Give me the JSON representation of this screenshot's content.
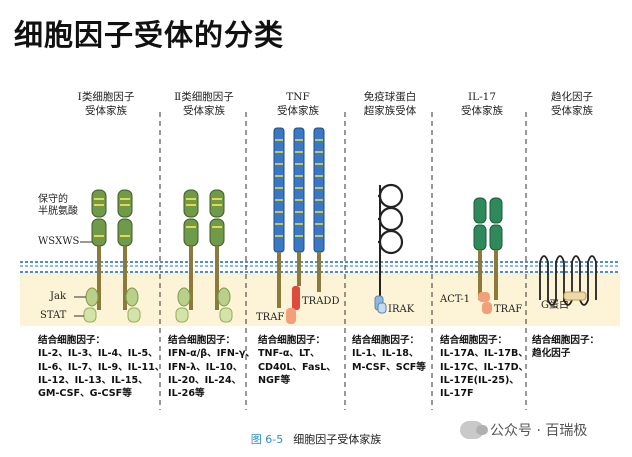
{
  "title": "细胞因子受体的分类",
  "columns": [
    {
      "head": [
        "Ⅰ类细胞因子",
        "受体家族"
      ],
      "bind_label": "结合细胞因子：",
      "bind_lines": [
        "IL-2、IL-3、IL-4、IL-5、",
        "IL-6、IL-7、IL-9、IL-11、",
        "IL-12、IL-13、IL-15、",
        "GM-CSF、G-CSF等"
      ]
    },
    {
      "head": [
        "Ⅱ类细胞因子",
        "受体家族"
      ],
      "bind_label": "结合细胞因子：",
      "bind_lines": [
        "IFN-α/β、IFN-γ、",
        "IFN-λ、IL-10、",
        "IL-20、IL-24、",
        "IL-26等"
      ]
    },
    {
      "head": [
        "TNF",
        "受体家族"
      ],
      "bind_label": "结合细胞因子：",
      "bind_lines": [
        "TNF-α、LT、",
        "CD40L、FasL、",
        "NGF等"
      ]
    },
    {
      "head": [
        "免疫球蛋白",
        "超家族受体"
      ],
      "bind_label": "结合细胞因子：",
      "bind_lines": [
        "IL-1、IL-18、",
        "M-CSF、SCF等"
      ]
    },
    {
      "head": [
        "IL-17",
        "受体家族"
      ],
      "bind_label": "结合细胞因子：",
      "bind_lines": [
        "IL-17A、IL-17B、",
        "IL-17C、IL-17D、",
        "IL-17E(IL-25)、",
        "IL-17F"
      ]
    },
    {
      "head": [
        "趋化因子",
        "受体家族"
      ],
      "bind_label": "结合细胞因子：",
      "bind_lines": [
        "趋化因子"
      ]
    }
  ],
  "labels": {
    "conserved": [
      "保守的",
      "半胱氨酸"
    ],
    "wsxws": "WSXWS",
    "jak": "Jak",
    "stat": "STAT",
    "traf_tnf": "TRAF",
    "tradd": "TRADD",
    "irak": "IRAK",
    "act1": "ACT-1",
    "traf_il17": "TRAF",
    "g_protein": "G蛋白"
  },
  "caption": {
    "fig": "图 6-5",
    "text": "细胞因子受体家族"
  },
  "watermark": "公众号 · 百瑞极",
  "colors": {
    "membrane": "#4a8fd6",
    "cytoplasm": "#fdf3d6",
    "green_domain": "#6f9a4a",
    "blue_domain": "#3a78c4",
    "yellow_band": "#e6d84a",
    "irak": "#8fb8dd",
    "traf": "#f2a07a",
    "jak": "#b9cf8a"
  }
}
